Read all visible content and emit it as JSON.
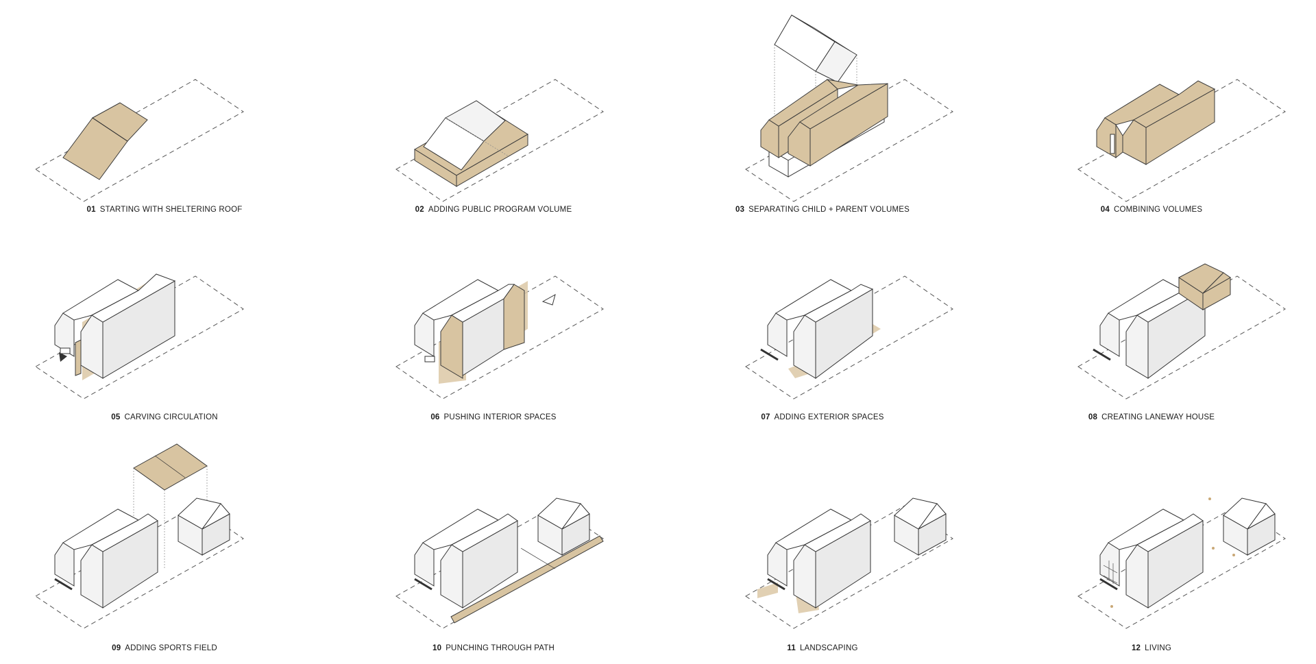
{
  "steps": [
    {
      "num": "01",
      "label": "STARTING WITH SHELTERING ROOF"
    },
    {
      "num": "02",
      "label": "ADDING PUBLIC PROGRAM VOLUME"
    },
    {
      "num": "03",
      "label": "SEPARATING CHILD + PARENT VOLUMES"
    },
    {
      "num": "04",
      "label": "COMBINING VOLUMES"
    },
    {
      "num": "05",
      "label": "CARVING CIRCULATION"
    },
    {
      "num": "06",
      "label": "PUSHING INTERIOR SPACES"
    },
    {
      "num": "07",
      "label": "ADDING EXTERIOR SPACES"
    },
    {
      "num": "08",
      "label": "CREATING LANEWAY HOUSE"
    },
    {
      "num": "09",
      "label": "ADDING SPORTS FIELD"
    },
    {
      "num": "10",
      "label": "PUNCHING THROUGH PATH"
    },
    {
      "num": "11",
      "label": "LANDSCAPING"
    },
    {
      "num": "12",
      "label": "LIVING"
    }
  ],
  "colors": {
    "accent": "#d8c4a1",
    "line": "#333333",
    "volume": "#f0f0f0"
  }
}
